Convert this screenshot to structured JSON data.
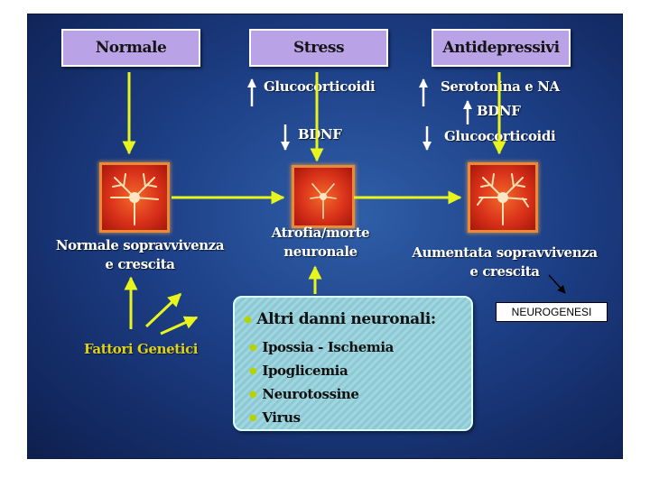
{
  "columns": {
    "normal": {
      "header": "Normale",
      "outcome_line1": "Normale sopravvivenza",
      "outcome_line2": "e crescita"
    },
    "stress": {
      "header": "Stress",
      "effect_1": "Glucocorticoidi",
      "effect_1_direction": "up",
      "effect_2": "BDNF",
      "effect_2_direction": "down",
      "outcome_line1": "Atrofia/morte",
      "outcome_line2": "neuronale"
    },
    "antidepressants": {
      "header": "Antidepressivi",
      "effect_1": "Serotonina e NA",
      "effect_1_direction": "up",
      "effect_2": "BDNF",
      "effect_2_direction": "up",
      "effect_3": "Glucocorticoidi",
      "effect_3_direction": "down",
      "outcome_line1": "Aumentata sopravvivenza",
      "outcome_line2": "e crescita"
    }
  },
  "genetic_factors": "Fattori Genetici",
  "other_damage": {
    "title": "Altri danni neuronali:",
    "items": [
      "Ipossia - Ischemia",
      "Ipoglicemia",
      "Neurotossine",
      "Virus"
    ]
  },
  "annotation": "NEUROGENESI",
  "colors": {
    "background": "#1d3f86",
    "header_box": "#b9a3e6",
    "arrow": "#e8f51c",
    "neuron_tile": "#d9321a",
    "genetic_text": "#e0d21a",
    "damage_panel": "#8ec9d3"
  }
}
